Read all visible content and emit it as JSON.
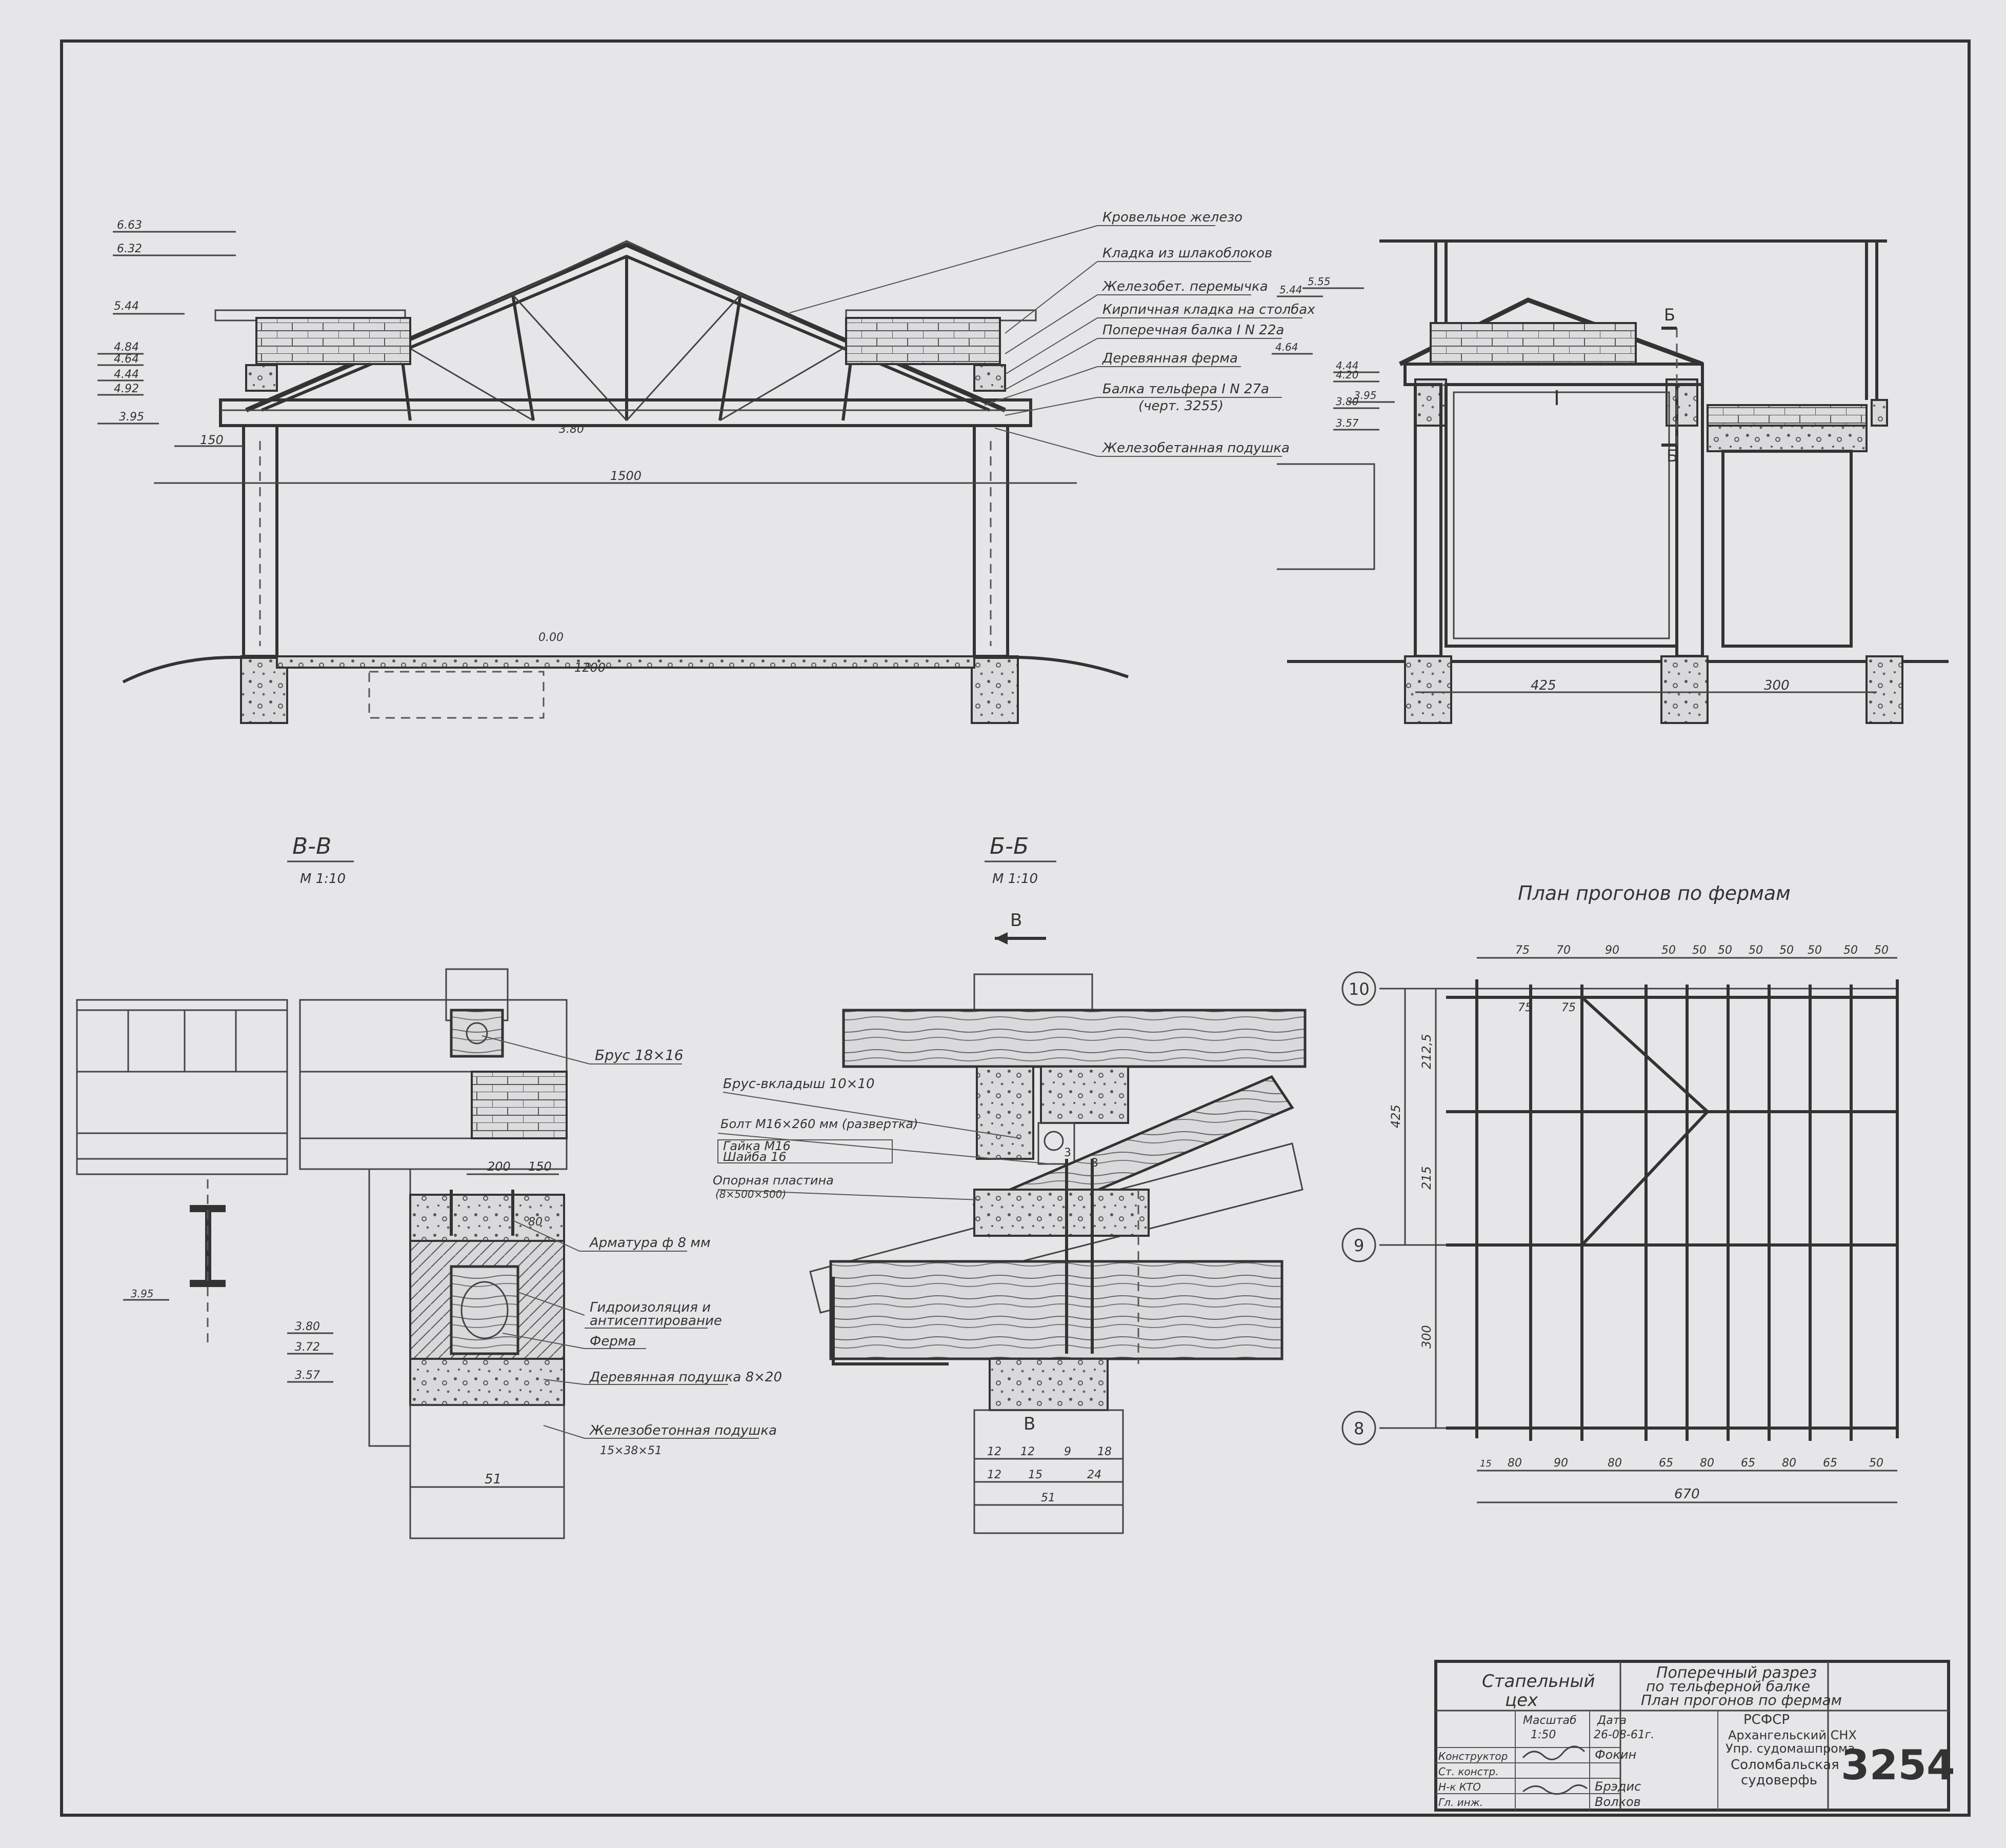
{
  "elevation": {
    "levels_left": [
      "6.63",
      "6.32",
      "5.44",
      "4.84",
      "4.64",
      "4.44",
      "4.92",
      "3.95"
    ],
    "level_mid": "3.80",
    "level_floor": "0.00",
    "dim_150": "150",
    "dim_1500": "1500",
    "dim_1200": "1200",
    "callouts": [
      "Кровельное железо",
      "Кладка из шлакоблоков",
      "Железобет. перемычка",
      "Кирпичная кладка на столбах",
      "Поперечная балка I N 22а",
      "Деревянная ферма",
      "Балка тельфера I N 27а",
      "(черт. 3255)",
      "Железобетанная подушка"
    ]
  },
  "side_section": {
    "levels": [
      "5.44",
      "5.55",
      "4.64",
      "4.44",
      "4.20",
      "3.95",
      "3.80",
      "3.57"
    ],
    "cut_label": "Б",
    "dim_425": "425",
    "dim_300": "300"
  },
  "section_vv": {
    "title": "В-В",
    "scale": "М 1:10",
    "callouts": [
      "Брус 18×16",
      "Арматура ф 8 мм",
      "Гидроизоляция и",
      "антисептирование",
      "Ферма",
      "Деревянная подушка 8×20",
      "Железобетонная подушка",
      "15×38×51"
    ],
    "levels": [
      "3.95",
      "3.80",
      "3.72",
      "3.57"
    ],
    "dims": [
      "200",
      "150",
      "80",
      "51"
    ]
  },
  "section_bb": {
    "title": "Б-Б",
    "scale": "М 1:10",
    "cut_label": "В",
    "callouts": [
      "Брус-вкладыш 10×10",
      "Болт М16×260 мм (развертка)",
      "Гайка М16",
      "Шайба 16",
      "Опорная пластина",
      "(8×500×500)"
    ],
    "marks": [
      "3",
      "3"
    ],
    "dims_row1": [
      "12",
      "12",
      "9",
      "18"
    ],
    "dims_row2": [
      "12",
      "15",
      "24"
    ],
    "dim_total": "51"
  },
  "purlin_plan": {
    "title": "План прогонов по фермам",
    "axes": [
      "10",
      "9",
      "8"
    ],
    "top_dims": [
      "75",
      "70",
      "90",
      "50",
      "50",
      "50",
      "50",
      "50",
      "50",
      "50",
      "50"
    ],
    "inner_dims": [
      "75",
      "75"
    ],
    "left_dims": [
      "212,5",
      "425",
      "215",
      "300"
    ],
    "bottom_dims": [
      "15",
      "80",
      "90",
      "80",
      "65",
      "80",
      "65",
      "80",
      "65",
      "50"
    ],
    "total": "670"
  },
  "title_block": {
    "shop": [
      "Стапельный",
      "цех"
    ],
    "title": [
      "Поперечный разрез",
      "по тельферной балке",
      "План прогонов по фермам"
    ],
    "scale_label": "Масштаб",
    "scale_value": "1:50",
    "date_label": "Дата",
    "date_value": "26-08-61г.",
    "roles": [
      "Конструктор",
      "Ст. констр.",
      "Н-к КТО",
      "Гл. инж."
    ],
    "names": [
      "Фокин",
      "Брэдис",
      "Волков"
    ],
    "org": [
      "РСФСР",
      "Архангельский СНХ",
      "Упр. судомашпрома",
      "Соломбальская",
      "судоверфь"
    ],
    "sheet": "3254"
  }
}
